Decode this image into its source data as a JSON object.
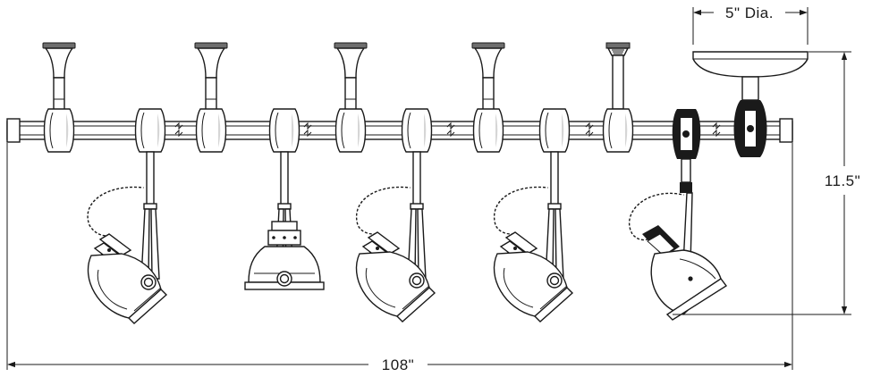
{
  "dimensions": {
    "canopy_diameter": "5\" Dia.",
    "height": "11.5\"",
    "length": "108\""
  },
  "colors": {
    "ink": "#1a1a1a",
    "background": "#ffffff",
    "shade": "#6e6e6e"
  }
}
